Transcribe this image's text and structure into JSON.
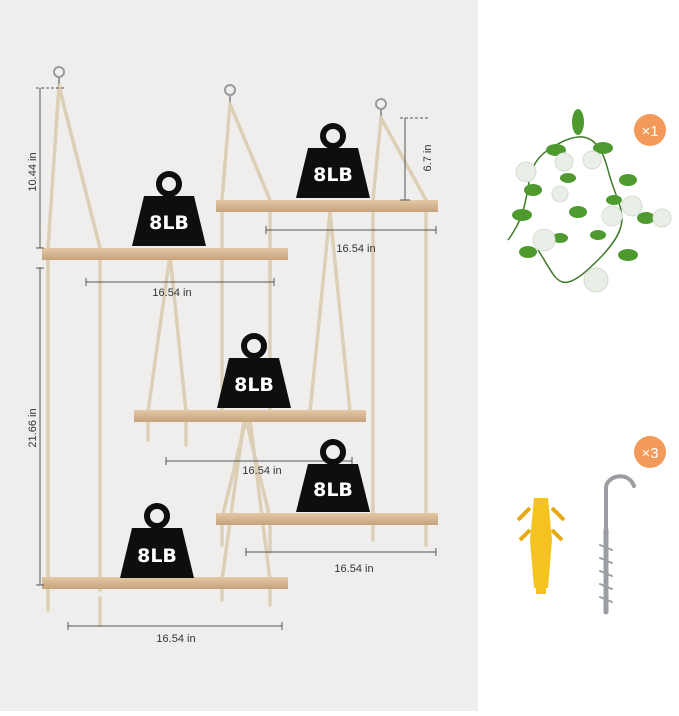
{
  "dimensions": {
    "top_left_height": "10.44 in",
    "top_right_height": "6.7 in",
    "total_height": "21.66 in",
    "shelf1_width": "16.54 in",
    "shelf2_width": "16.54 in",
    "shelf3_width": "16.54 in",
    "shelf4_width": "16.54 in",
    "shelf5_width": "16.54 in"
  },
  "weights": {
    "w1": "8LB",
    "w2": "8LB",
    "w3": "8LB",
    "w4": "8LB",
    "w5": "8LB"
  },
  "accessories": {
    "vine_count": "×1",
    "hardware_count": "×3"
  },
  "colors": {
    "badge": "#f39a5a",
    "wood": "#d7b894",
    "rope": "#e3d9c6",
    "weight": "#0e0e0e",
    "background": "#efeeec"
  },
  "icons": [
    "hook-icon",
    "vine-icon",
    "wall-anchor-icon",
    "screw-hook-icon",
    "weight-icon"
  ]
}
